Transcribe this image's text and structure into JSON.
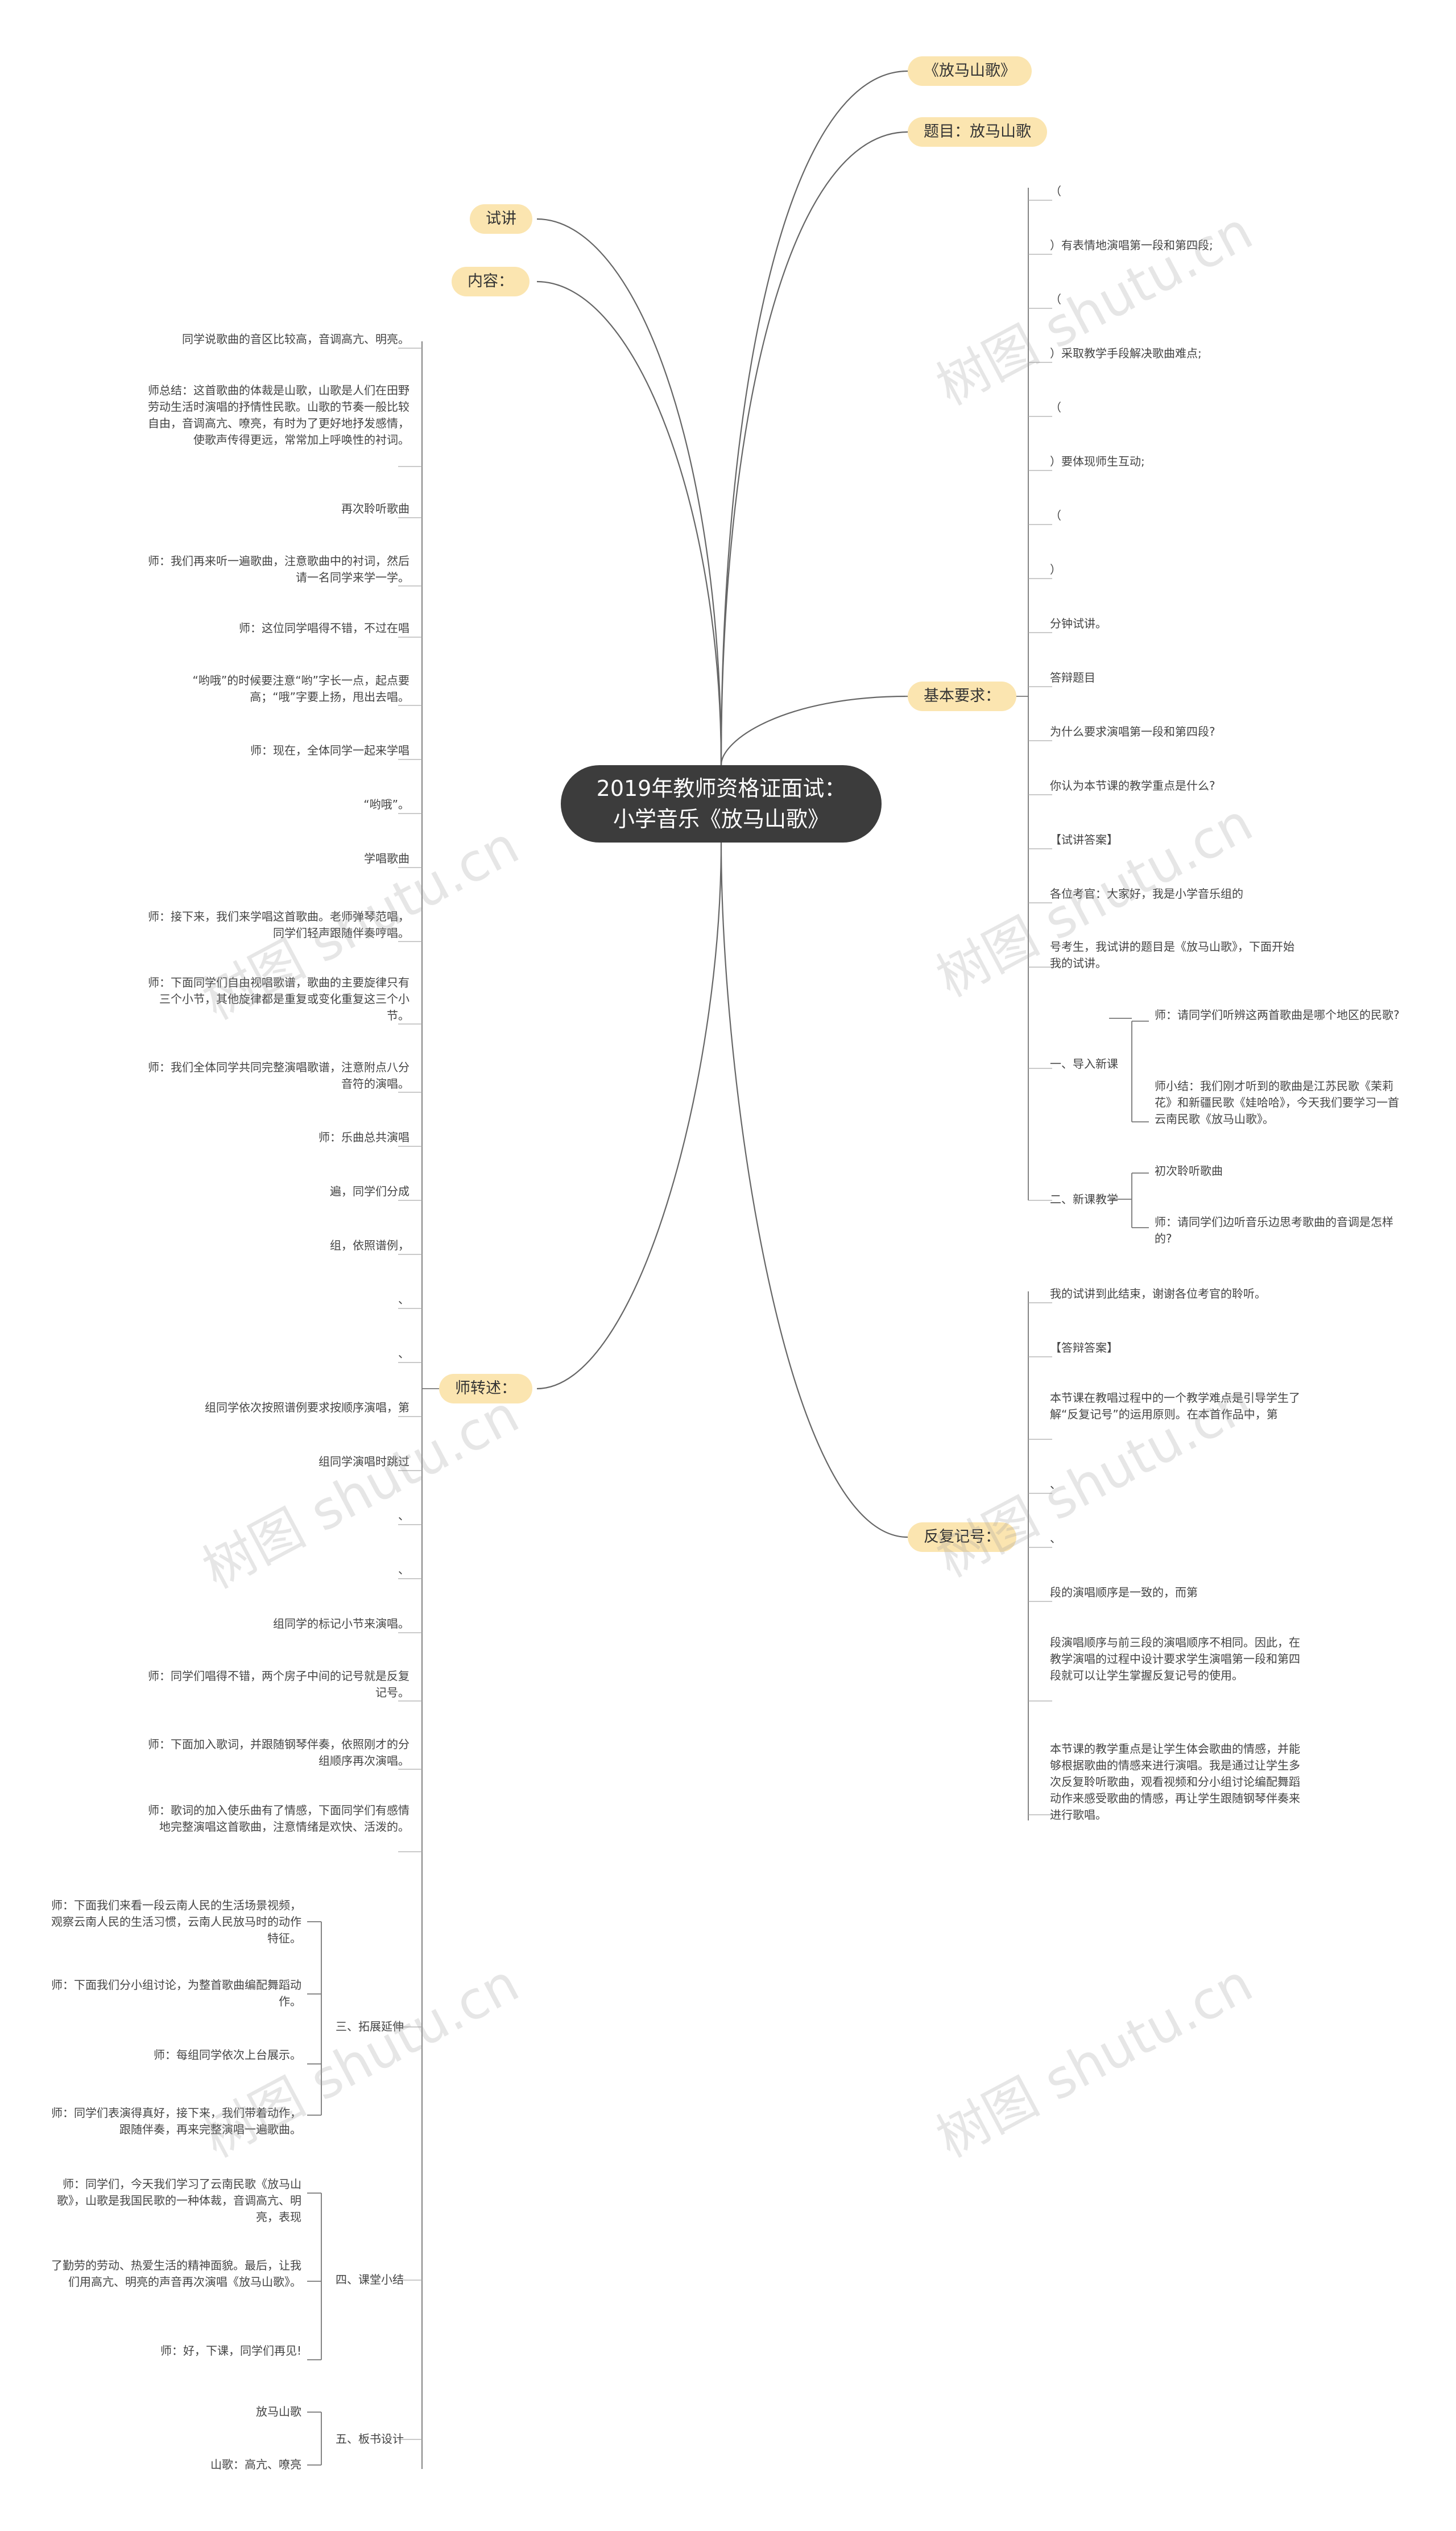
{
  "center": {
    "line1": "2019年教师资格证面试：",
    "line2": "小学音乐《放马山歌》"
  },
  "topics": {
    "fangma": "《放马山歌》",
    "timu": "题目：放马山歌",
    "jiben": "基本要求：",
    "fanfu": "反复记号：",
    "shijiang": "试讲",
    "neirong": "内容：",
    "shi": "师转述："
  },
  "jiben_items": [
    "（",
    "）有表情地演唱第一段和第四段;",
    "（",
    "）采取教学手段解决歌曲难点;",
    "（",
    "）要体现师生互动;",
    "（",
    "）",
    "分钟试讲。",
    "答辩题目",
    "为什么要求演唱第一段和第四段?",
    "你认为本节课的教学重点是什么?",
    "【试讲答案】",
    "各位考官：大家好，我是小学音乐组的",
    "号考生，我试讲的题目是《放马山歌》，下面开始我的试讲。"
  ],
  "daoru": {
    "label": "一、导入新课",
    "items": [
      "师：请同学们听辨这两首歌曲是哪个地区的民歌?",
      "师小结：我们刚才听到的歌曲是江苏民歌《茉莉花》和新疆民歌《娃哈哈》，今天我们要学习一首云南民歌《放马山歌》。"
    ]
  },
  "xinke": {
    "label": "二、新课教学",
    "items": [
      "初次聆听歌曲",
      "师：请同学们边听音乐边思考歌曲的音调是怎样的?"
    ]
  },
  "fanfu_items": [
    "我的试讲到此结束，谢谢各位考官的聆听。",
    "【答辩答案】",
    "本节课在教唱过程中的一个教学难点是引导学生了解“反复记号”的运用原则。在本首作品中，第",
    "、",
    "、",
    "段的演唱顺序是一致的，而第",
    "段演唱顺序与前三段的演唱顺序不相同。因此，在教学演唱的过程中设计要求学生演唱第一段和第四段就可以让学生掌握反复记号的使用。",
    "本节课的教学重点是让学生体会歌曲的情感，并能够根据歌曲的情感来进行演唱。我是通过让学生多次反复聆听歌曲，观看视频和分小组讨论编配舞蹈动作来感受歌曲的情感，再让学生跟随钢琴伴奏来进行歌唱。"
  ],
  "shi_items": [
    "同学说歌曲的音区比较高，音调高亢、明亮。",
    "师总结：这首歌曲的体裁是山歌，山歌是人们在田野劳动生活时演唱的抒情性民歌。山歌的节奏一般比较自由，音调高亢、嘹亮，有时为了更好地抒发感情，使歌声传得更远，常常加上呼唤性的衬词。",
    "再次聆听歌曲",
    "师：我们再来听一遍歌曲，注意歌曲中的衬词，然后请一名同学来学一学。",
    "师：这位同学唱得不错，不过在唱",
    "“哟哦”的时候要注意“哟”字长一点，起点要高；“哦”字要上扬，甩出去唱。",
    "师：现在，全体同学一起来学唱",
    "“哟哦”。",
    "学唱歌曲",
    "师：接下来，我们来学唱这首歌曲。老师弹琴范唱，同学们轻声跟随伴奏哼唱。",
    "师：下面同学们自由视唱歌谱，歌曲的主要旋律只有三个小节，其他旋律都是重复或变化重复这三个小节。",
    "师：我们全体同学共同完整演唱歌谱，注意附点八分音符的演唱。",
    "师：乐曲总共演唱",
    "遍，同学们分成",
    "组，依照谱例，",
    "、",
    "、",
    "组同学依次按照谱例要求按顺序演唱，第",
    "组同学演唱时跳过",
    "、",
    "、",
    "组同学的标记小节来演唱。",
    "师：同学们唱得不错，两个房子中间的记号就是反复记号。",
    "师：下面加入歌词，并跟随钢琴伴奏，依照刚才的分组顺序再次演唱。",
    "师：歌词的加入使乐曲有了情感，下面同学们有感情地完整演唱这首歌曲，注意情绪是欢快、活泼的。"
  ],
  "tuozhan": {
    "label": "三、拓展延伸",
    "items": [
      "师：下面我们来看一段云南人民的生活场景视频，观察云南人民的生活习惯，云南人民放马时的动作特征。",
      "师：下面我们分小组讨论，为整首歌曲编配舞蹈动作。",
      "师：每组同学依次上台展示。",
      "师：同学们表演得真好，接下来，我们带着动作，跟随伴奏，再来完整演唱一遍歌曲。"
    ]
  },
  "xiaojie": {
    "label": "四、课堂小结",
    "items": [
      "师：同学们，今天我们学习了云南民歌《放马山歌》，山歌是我国民歌的一种体裁，音调高亢、明亮，表现",
      "了勤劳的劳动、热爱生活的精神面貌。最后，让我们用高亢、明亮的声音再次演唱《放马山歌》。",
      "师：好，下课，同学们再见!"
    ]
  },
  "banshu": {
    "label": "五、板书设计",
    "items": [
      "放马山歌",
      "山歌：高亢、嘹亮"
    ]
  },
  "watermark": "树图 shutu.cn",
  "colors": {
    "pill": "#fbe5b0",
    "center": "#3c3c3c",
    "line": "#555555"
  }
}
